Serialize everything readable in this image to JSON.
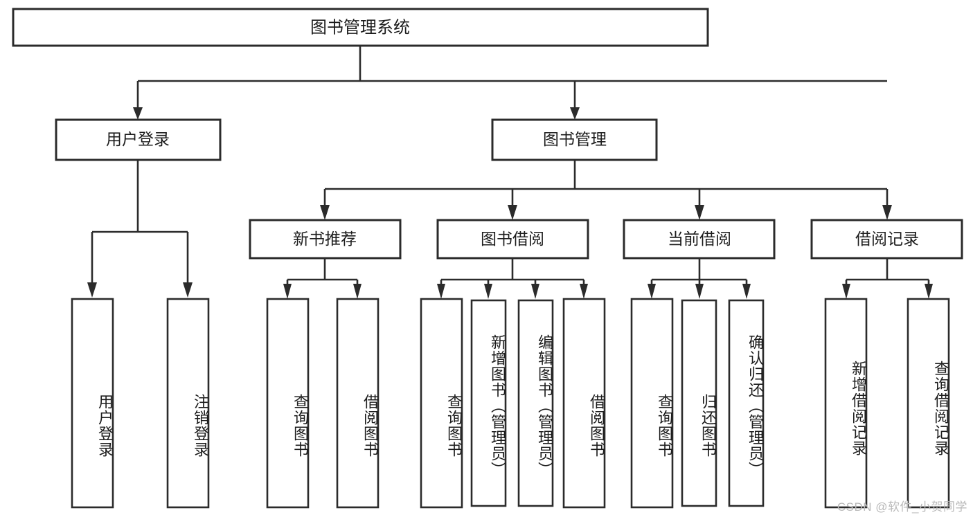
{
  "diagram": {
    "type": "tree-hierarchy",
    "orientation": "top-down",
    "title_node": {
      "label": "图书管理系统"
    },
    "level2": [
      {
        "label": "用户登录"
      },
      {
        "label": "图书管理"
      }
    ],
    "level3": [
      {
        "label": "新书推荐"
      },
      {
        "label": "图书借阅"
      },
      {
        "label": "当前借阅"
      },
      {
        "label": "借阅记录"
      }
    ],
    "leaves": {
      "user_login": [
        {
          "label": "用户登录"
        },
        {
          "label": "注销登录"
        }
      ],
      "new_book_recommend": [
        {
          "label": "查询图书"
        },
        {
          "label": "借阅图书"
        }
      ],
      "book_borrow": [
        {
          "label": "查询图书"
        },
        {
          "label": "新增图书（管理员）"
        },
        {
          "label": "编辑图书（管理员）"
        },
        {
          "label": "借阅图书"
        }
      ],
      "current_borrow": [
        {
          "label": "查询图书"
        },
        {
          "label": "归还图书"
        },
        {
          "label": "确认归还（管理员）"
        }
      ],
      "borrow_record": [
        {
          "label": "新增借阅记录"
        },
        {
          "label": "查询借阅记录"
        }
      ]
    }
  },
  "watermark": {
    "text": "CSDN @软件_小贺同学"
  },
  "colors": {
    "stroke": "#2b2b2b",
    "fill": "#ffffff",
    "text": "#1c1c1c",
    "watermark": "#b9b9b9"
  }
}
